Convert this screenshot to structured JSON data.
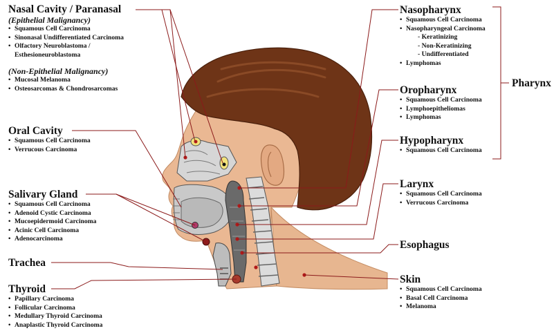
{
  "colors": {
    "leader": "#8b1a1a",
    "hair": "#6b3416",
    "skin": "#e9b892",
    "cavity": "#c8c8c8",
    "spine": "#d8d8d8",
    "tumor_dot": "#b01919"
  },
  "nasal": {
    "title": "Nasal Cavity / Paranasal",
    "epithelial_label": "(Epithelial Malignancy)",
    "epithelial_items": [
      "Squamous Cell Carcinoma",
      "Sinonasal Undifferentiated Carcinoma",
      "Olfactory  Neuroblastoma /",
      "Esthesioneuroblastoma"
    ],
    "nonepithelial_label": "(Non-Epithelial Malignancy)",
    "nonepithelial_items": [
      "Mucosal Melanoma",
      "Osteosarcomas & Chondrosarcomas"
    ]
  },
  "oral": {
    "title": "Oral Cavity",
    "items": [
      "Squamous Cell Carcinoma",
      "Verrucous Carcinoma"
    ]
  },
  "salivary": {
    "title": "Salivary Gland",
    "items": [
      "Squamous Cell Carcinoma",
      "Adenoid Cystic Carcinoma",
      "Mucoepidermoid Carcinoma",
      "Acinic Cell Carcinoma",
      "Adenocarcinoma"
    ]
  },
  "trachea": {
    "title": "Trachea"
  },
  "thyroid": {
    "title": "Thyroid",
    "items": [
      "Papillary Carcinoma",
      "Follicular Carcinoma",
      "Medullary Thyroid Carcinoma",
      "Anaplastic Thyroid Carcinoma"
    ]
  },
  "nasopharynx": {
    "title": "Nasopharynx",
    "items": [
      "Squamous Cell Carcinoma",
      "Nasopharyngeal Carcinoma"
    ],
    "subtypes": [
      "Keratinizing",
      "Non-Keratinizing",
      "Undifferentiated"
    ],
    "items_after": [
      "Lymphomas"
    ]
  },
  "oropharynx": {
    "title": "Oropharynx",
    "items": [
      "Squamous Cell Carcinoma",
      "Lymphoepitheliomas",
      "Lymphomas"
    ]
  },
  "hypopharynx": {
    "title": "Hypopharynx",
    "items": [
      "Squamous Cell Carcinoma"
    ]
  },
  "pharynx": {
    "title": "Pharynx"
  },
  "larynx": {
    "title": "Larynx",
    "items": [
      "Squamous Cell Carcinoma",
      "Verrucous Carcinoma"
    ]
  },
  "esophagus": {
    "title": "Esophagus"
  },
  "skin": {
    "title": "Skin",
    "items": [
      "Squamous Cell Carcinoma",
      "Basal Cell Carcinoma",
      "Melanoma"
    ]
  }
}
